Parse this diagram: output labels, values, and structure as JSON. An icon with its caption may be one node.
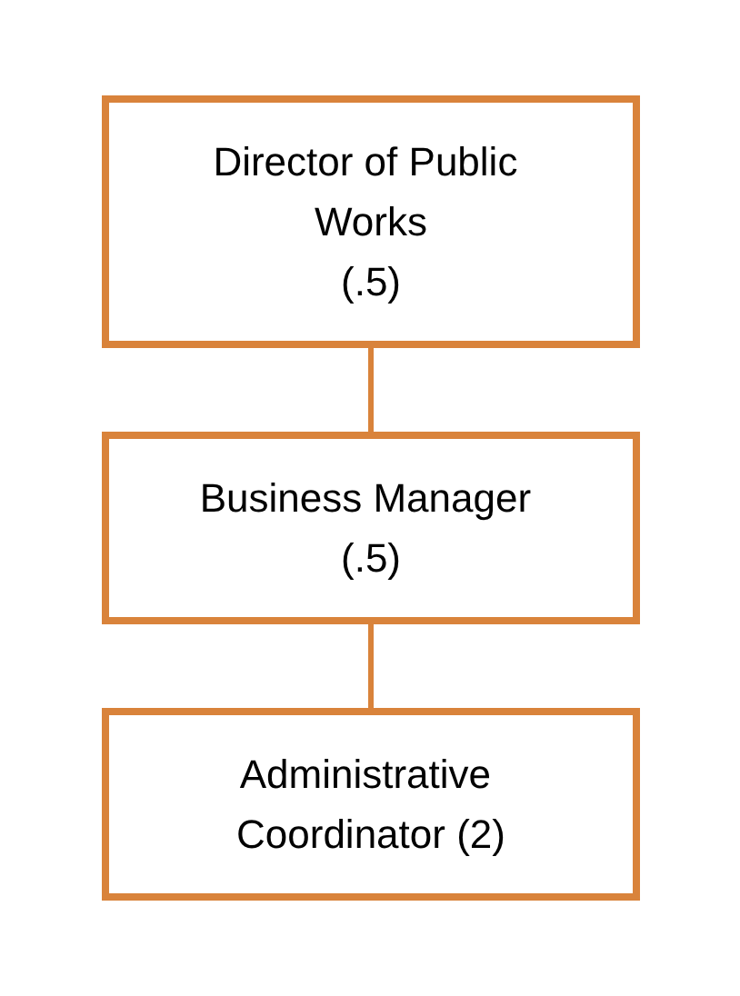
{
  "diagram": {
    "nodes": [
      {
        "text": [
          "Director of Public Works",
          "(.5)"
        ]
      },
      {
        "text": [
          "Business Manager (.5)"
        ]
      },
      {
        "text": [
          "Administrative Coordinator (2)"
        ]
      }
    ],
    "edges": [
      {
        "from": 0,
        "to": 1,
        "arrow": "none"
      },
      {
        "from": 1,
        "to": 2,
        "arrow": "none"
      }
    ]
  }
}
